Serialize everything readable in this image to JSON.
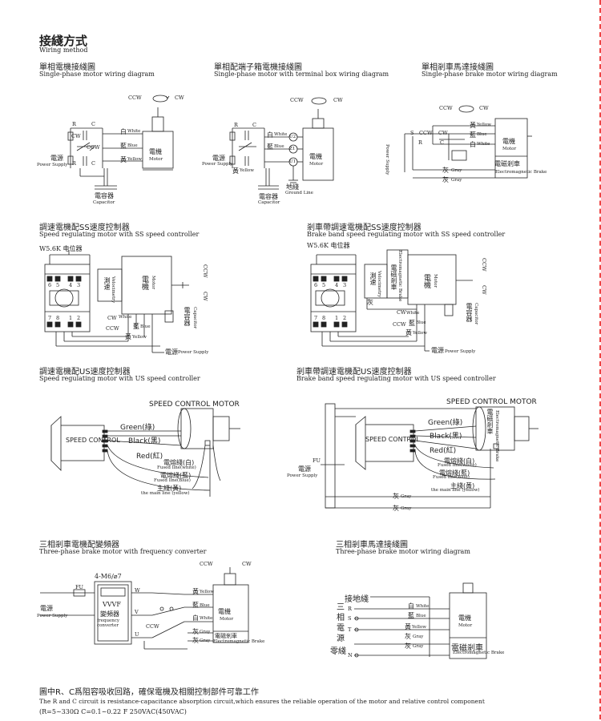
{
  "header": {
    "title": "接綫方式",
    "subtitle": "Wiring method"
  },
  "sections": {
    "s1": {
      "cn": "單相電機接綫圖",
      "en": "Single-phase motor wiring diagram"
    },
    "s2": {
      "cn": "單相配端子箱電機接綫圖",
      "en": "Single-phase motor with terminal box wiring diagram"
    },
    "s3": {
      "cn": "單相剎車馬達接綫圖",
      "en": "Single-phase brake motor wiring diagram"
    },
    "s4": {
      "cn": "調速電機配SS速度控制器",
      "en": "Speed regulating motor with SS speed controller"
    },
    "s5": {
      "cn": "剎車帶調速電機配SS速度控制器",
      "en": "Brake band speed regulating motor with SS speed controller"
    },
    "s6": {
      "cn": "調速電機配US速度控制器",
      "en": "Speed regulating motor with US speed controller"
    },
    "s7": {
      "cn": "剎車帶調速電機配US速度控制器",
      "en": "Brake band speed regulating motor with US speed controller"
    },
    "s8": {
      "cn": "三相剎車電機配變頻器",
      "en": "Three-phase brake motor with frequency converter"
    },
    "s9": {
      "cn": "三相剎車馬達接綫圖",
      "en": "Three-phase brake motor wiring diagram"
    }
  },
  "labels": {
    "ccw": "CCW",
    "cw": "CW",
    "r": "R",
    "c": "C",
    "white_cn": "白",
    "white_en": "White",
    "blue_cn": "藍",
    "blue_en": "Blue",
    "yellow_cn": "黃",
    "yellow_en": "Yellow",
    "gray_cn": "灰",
    "gray_en": "Gray",
    "power_cn": "電源",
    "power_en": "Power Supply",
    "motor_cn": "電機",
    "motor_en": "Motor",
    "capacitor_cn": "電容器",
    "capacitor_en": "Capacitor",
    "ground_cn": "地綫",
    "ground_en": "Ground Line",
    "brake_cn": "電磁剎車",
    "brake_en": "Electromagnetic Brake",
    "brake_en2": "Electromagnetic Brake",
    "pot": "W5.6K 电位器",
    "speedometer_cn": "測速",
    "speedometer_en": "Velocimetry",
    "speed_control_motor": "SPEED CONTROL  MOTOR",
    "speed_control": "SPEED CONTROL",
    "green": "Green(綠)",
    "black": "Black(黑)",
    "red": "Red(紅)",
    "fuse_w_cn": "電熔綫(白)",
    "fuse_w_en": "Fused line(white)",
    "fuse_b_cn": "電熔綫(藍)",
    "fuse_b_en": "Fused line(Blue)",
    "main_cn": "主綫(黃)",
    "main_en": "the main line (yellow)",
    "fu": "FU",
    "m6": "4-M6/⌀7",
    "vvvf": "VVVF",
    "conv_cn": "變頻器",
    "conv_en": "frequency converter",
    "ground_term": "接地綫",
    "three_phase_cn": "三相電源",
    "neutral": "零綫",
    "u1": "U1",
    "u2": "U2",
    "z1": "Z1",
    "t6": "6",
    "t5": "5",
    "t4": "4",
    "t3": "3",
    "t7": "7",
    "t8": "8",
    "t1": "1",
    "t2": "2"
  },
  "footer": {
    "line1": "圖中R、C爲阻容吸收回路，確保電機及相關控制部件可靠工作",
    "line2": "The R and C circuit is resistance-capacitance absorption circuit,which ensures the reliable operation of the motor and relative control component",
    "line3": "(R=5~330Ω   C=0.1~0.22   F  250VAC(450VAC)"
  }
}
